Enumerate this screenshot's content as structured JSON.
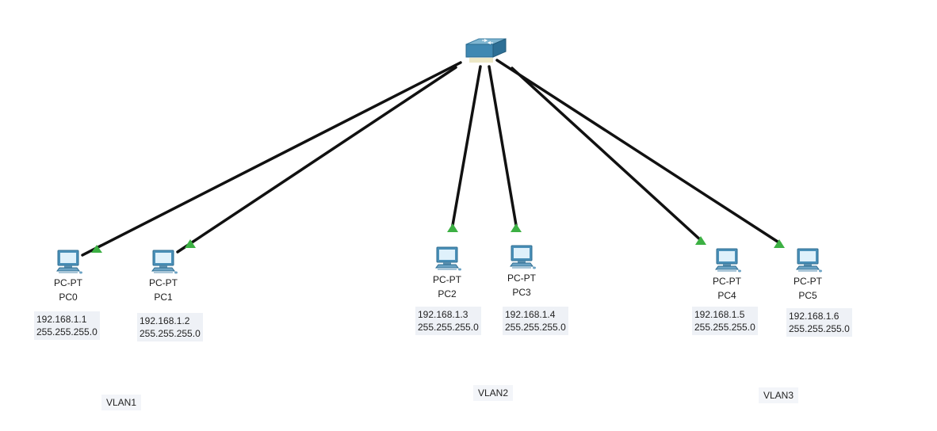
{
  "switch": {
    "icon": "switch-icon"
  },
  "pcs": [
    {
      "type": "PC-PT",
      "name": "PC0",
      "ip": "192.168.1.1",
      "mask": "255.255.255.0"
    },
    {
      "type": "PC-PT",
      "name": "PC1",
      "ip": "192.168.1.2",
      "mask": "255.255.255.0"
    },
    {
      "type": "PC-PT",
      "name": "PC2",
      "ip": "192.168.1.3",
      "mask": "255.255.255.0"
    },
    {
      "type": "PC-PT",
      "name": "PC3",
      "ip": "192.168.1.4",
      "mask": "255.255.255.0"
    },
    {
      "type": "PC-PT",
      "name": "PC4",
      "ip": "192.168.1.5",
      "mask": "255.255.255.0"
    },
    {
      "type": "PC-PT",
      "name": "PC5",
      "ip": "192.168.1.6",
      "mask": "255.255.255.0"
    }
  ],
  "vlans": [
    "VLAN1",
    "VLAN2",
    "VLAN3"
  ],
  "colors": {
    "link": "#111111",
    "link_up": "#3cb043",
    "device": "#4a90b8"
  }
}
